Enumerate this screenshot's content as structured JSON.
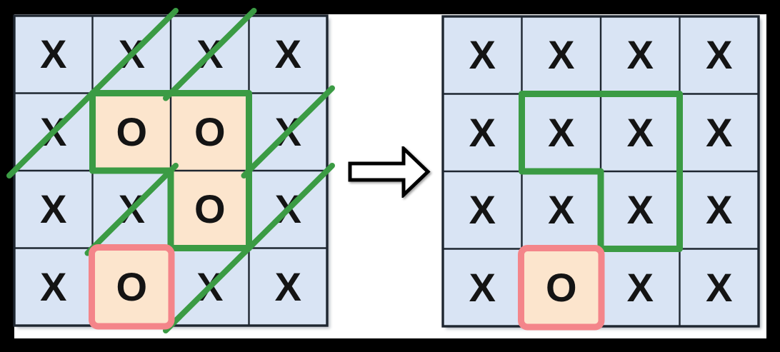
{
  "grids": {
    "left": {
      "rows": [
        [
          "X",
          "X",
          "X",
          "X"
        ],
        [
          "X",
          "O",
          "O",
          "X"
        ],
        [
          "X",
          "X",
          "O",
          "X"
        ],
        [
          "X",
          "O",
          "X",
          "X"
        ]
      ],
      "green_outline_vertices": [
        [
          1,
          1
        ],
        [
          3,
          1
        ],
        [
          3,
          3
        ],
        [
          2,
          3
        ],
        [
          2,
          2
        ],
        [
          1,
          2
        ]
      ],
      "pink_outline_cell": {
        "row": 3,
        "col": 1
      },
      "slash_cells": [
        [
          0,
          1
        ],
        [
          0,
          2
        ],
        [
          1,
          0
        ],
        [
          1,
          3
        ],
        [
          2,
          1
        ],
        [
          2,
          3
        ],
        [
          3,
          2
        ]
      ]
    },
    "right": {
      "rows": [
        [
          "X",
          "X",
          "X",
          "X"
        ],
        [
          "X",
          "X",
          "X",
          "X"
        ],
        [
          "X",
          "X",
          "X",
          "X"
        ],
        [
          "X",
          "O",
          "X",
          "X"
        ]
      ],
      "green_outline_vertices": [
        [
          1,
          1
        ],
        [
          3,
          1
        ],
        [
          3,
          3
        ],
        [
          2,
          3
        ],
        [
          2,
          2
        ],
        [
          1,
          2
        ]
      ],
      "pink_outline_cell": {
        "row": 3,
        "col": 1
      },
      "slash_cells": []
    },
    "grid_size": {
      "rows": 4,
      "cols": 4
    }
  },
  "arrow": {
    "icon": "block-arrow-right",
    "direction": "right"
  },
  "colors": {
    "frame": "#000000",
    "canvas": "#ffffff",
    "cell_blue": "#d9e4f4",
    "cell_peach": "#fce5cd",
    "grid_line": "#1e2630",
    "symbol": "#141414",
    "green_annotation": "#3b9b44",
    "pink_annotation": "#f4858a",
    "arrow_fill": "#ffffff",
    "arrow_stroke": "#000000"
  }
}
